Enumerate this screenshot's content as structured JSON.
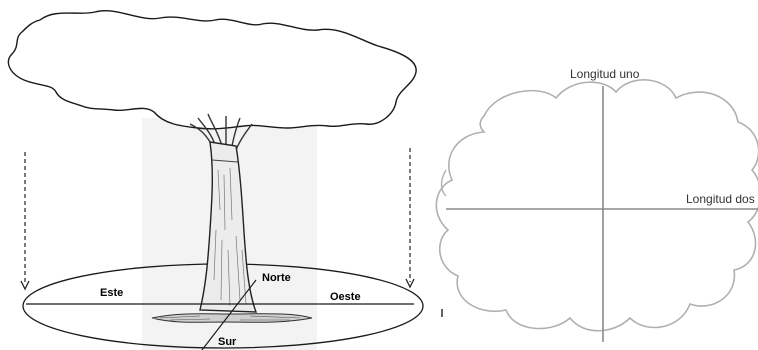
{
  "left_panel": {
    "directions": {
      "east": "Este",
      "north": "Norte",
      "west": "Oeste",
      "south": "Sur"
    }
  },
  "right_panel": {
    "longitude_one": "Longitud uno",
    "longitude_two": "Longitud dos"
  }
}
